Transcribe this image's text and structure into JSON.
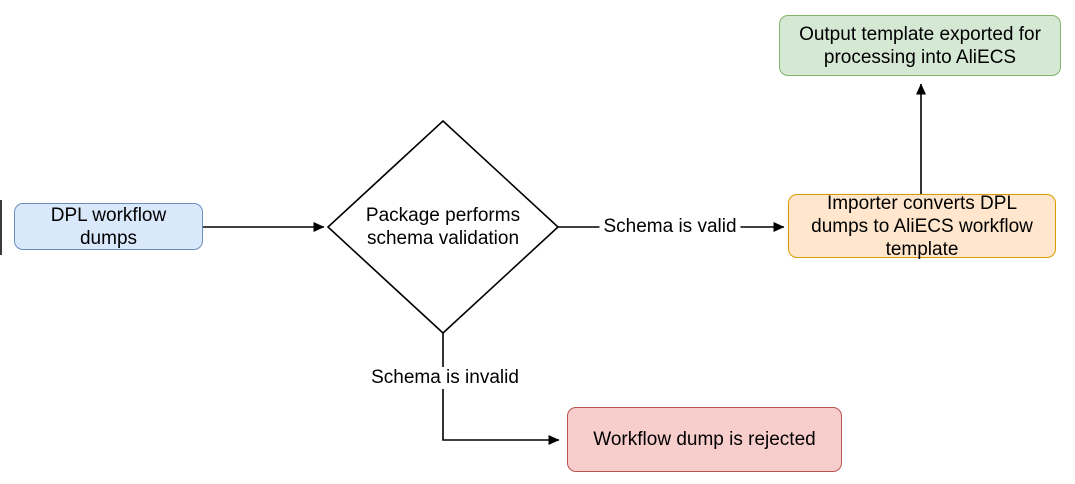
{
  "colors": {
    "canvas-bg": "#ffffff",
    "text": "#000000",
    "edge": "#000000",
    "input-fill": "#dae8fc",
    "input-stroke": "#6c8ebf",
    "decision-fill": "#ffffff",
    "decision-stroke": "#000000",
    "importer-fill": "#ffe6cc",
    "importer-stroke": "#d79b00",
    "output-fill": "#d5e8d4",
    "output-stroke": "#82b366",
    "rejected-fill": "#f8cecc",
    "rejected-stroke": "#b85450"
  },
  "nodes": {
    "input": {
      "label": "DPL workflow dumps",
      "shape": "rounded-rectangle"
    },
    "decision": {
      "label": "Package performs schema validation",
      "shape": "diamond"
    },
    "importer": {
      "label": "Importer converts DPL dumps to AliECS workflow template",
      "shape": "rounded-rectangle"
    },
    "output": {
      "label": "Output template exported for processing into AliECS",
      "shape": "rounded-rectangle"
    },
    "rejected": {
      "label": "Workflow dump is rejected",
      "shape": "rounded-rectangle"
    }
  },
  "edges": {
    "input_to_decision": {
      "from": "input",
      "to": "decision",
      "label": ""
    },
    "decision_to_importer": {
      "from": "decision",
      "to": "importer",
      "label": "Schema is valid"
    },
    "decision_to_rejected": {
      "from": "decision",
      "to": "rejected",
      "label": "Schema is invalid"
    },
    "importer_to_output": {
      "from": "importer",
      "to": "output",
      "label": ""
    }
  }
}
